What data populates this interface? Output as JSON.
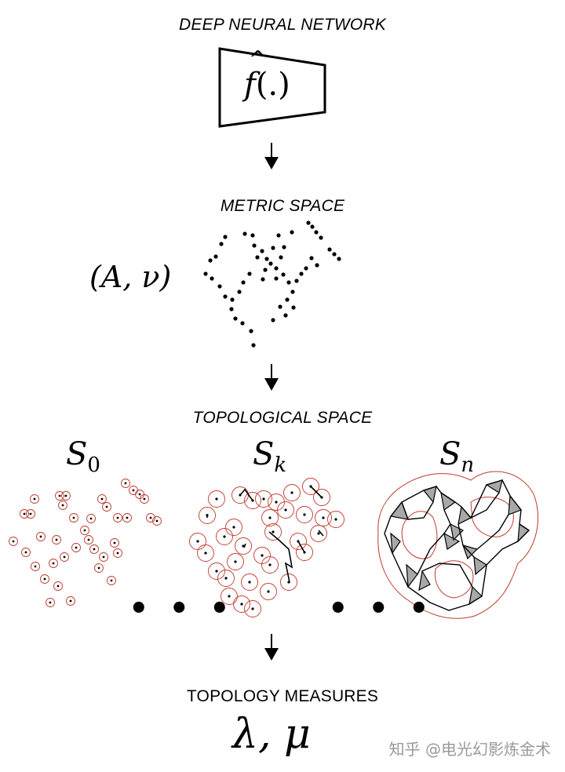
{
  "captions": {
    "network": "DEEP NEURAL NETWORK",
    "metric": "METRIC SPACE",
    "topological": "TOPOLOGICAL SPACE",
    "measures": "TOPOLOGY MEASURES"
  },
  "math": {
    "function_symbol": "f",
    "function_hat": "^",
    "function_args": "(.)",
    "metric_label": "(A, ν)",
    "s0_base": "S",
    "s0_sub": "0",
    "sk_base": "S",
    "sk_sub": "k",
    "sn_base": "S",
    "sn_sub": "n",
    "result": "λ, μ"
  },
  "ellipsis": "• • •",
  "watermark": "知乎 @电光幻影炼金术",
  "colors": {
    "ink": "#000000",
    "neighborhood_circle": "#c0392b",
    "simplex_fill": "#a8a8a8",
    "watermark": "#9a9a9a"
  }
}
